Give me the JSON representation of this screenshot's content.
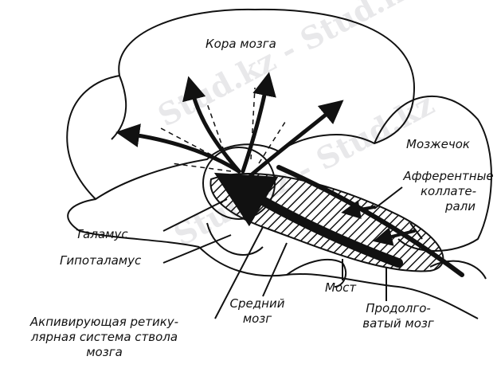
{
  "labels": {
    "cortex": "Кора мозга",
    "cerebellum": "Мозжечок",
    "afferent_1": "Афферентные",
    "afferent_2": "коллате-",
    "afferent_3": "рали",
    "thalamus": "Таламус",
    "hypothalamus": "Гипоталамус",
    "pons": "Мост",
    "medulla_1": "Продолго-",
    "medulla_2": "ватый мозг",
    "midbrain_1": "Средний",
    "midbrain_2": "мозг",
    "reticular_1": "Акпивирующая ретику-",
    "reticular_2": "лярная система ствола",
    "reticular_3": "мозга"
  },
  "watermark": "Stud.kz - Stud.kz"
}
